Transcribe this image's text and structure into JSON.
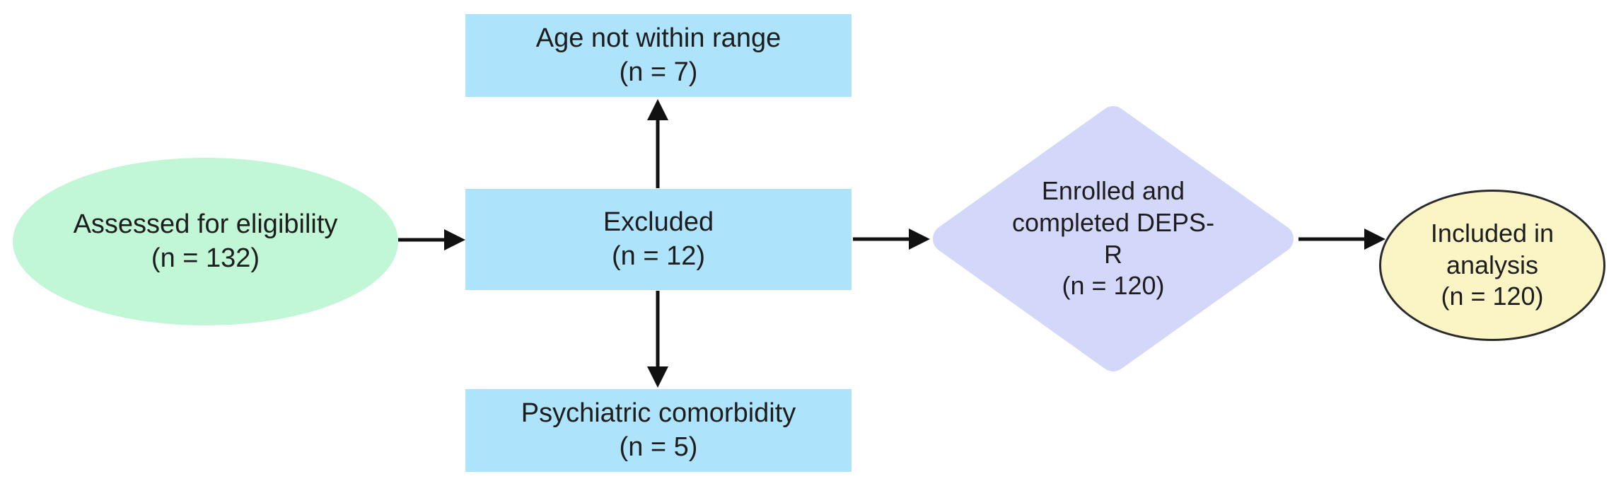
{
  "diagram": {
    "type": "flowchart",
    "background": "#ffffff"
  },
  "colors": {
    "node_green": "#c1f7d6",
    "node_blue": "#ade4fb",
    "node_lavender": "#d3d8fb",
    "node_yellow": "#fbf4c5",
    "yellow_border": "#2b2b2b",
    "arrow": "#111111",
    "text": "#1d1d1d"
  },
  "nodes": {
    "assessed": {
      "shape": "ellipse",
      "line1": "Assessed for eligibility",
      "line2": "(n = 132)"
    },
    "excluded": {
      "shape": "rectangle",
      "line1": "Excluded",
      "line2": "(n = 12)"
    },
    "age": {
      "shape": "rectangle",
      "line1": "Age not within range",
      "line2": "(n = 7)"
    },
    "psychiatric": {
      "shape": "rectangle",
      "line1": "Psychiatric comorbidity",
      "line2": "(n = 5)"
    },
    "enrolled": {
      "shape": "diamond",
      "line1": "Enrolled and",
      "line2": "completed DEPS-",
      "line3": "R",
      "line4": "(n = 120)"
    },
    "included": {
      "shape": "ellipse",
      "line1": "Included in",
      "line2": "analysis",
      "line3": "(n = 120)"
    }
  },
  "edges": [
    {
      "from": "assessed",
      "to": "excluded",
      "direction": "right"
    },
    {
      "from": "excluded",
      "to": "age",
      "direction": "up"
    },
    {
      "from": "excluded",
      "to": "psychiatric",
      "direction": "down"
    },
    {
      "from": "excluded",
      "to": "enrolled",
      "direction": "right"
    },
    {
      "from": "enrolled",
      "to": "included",
      "direction": "right"
    }
  ]
}
